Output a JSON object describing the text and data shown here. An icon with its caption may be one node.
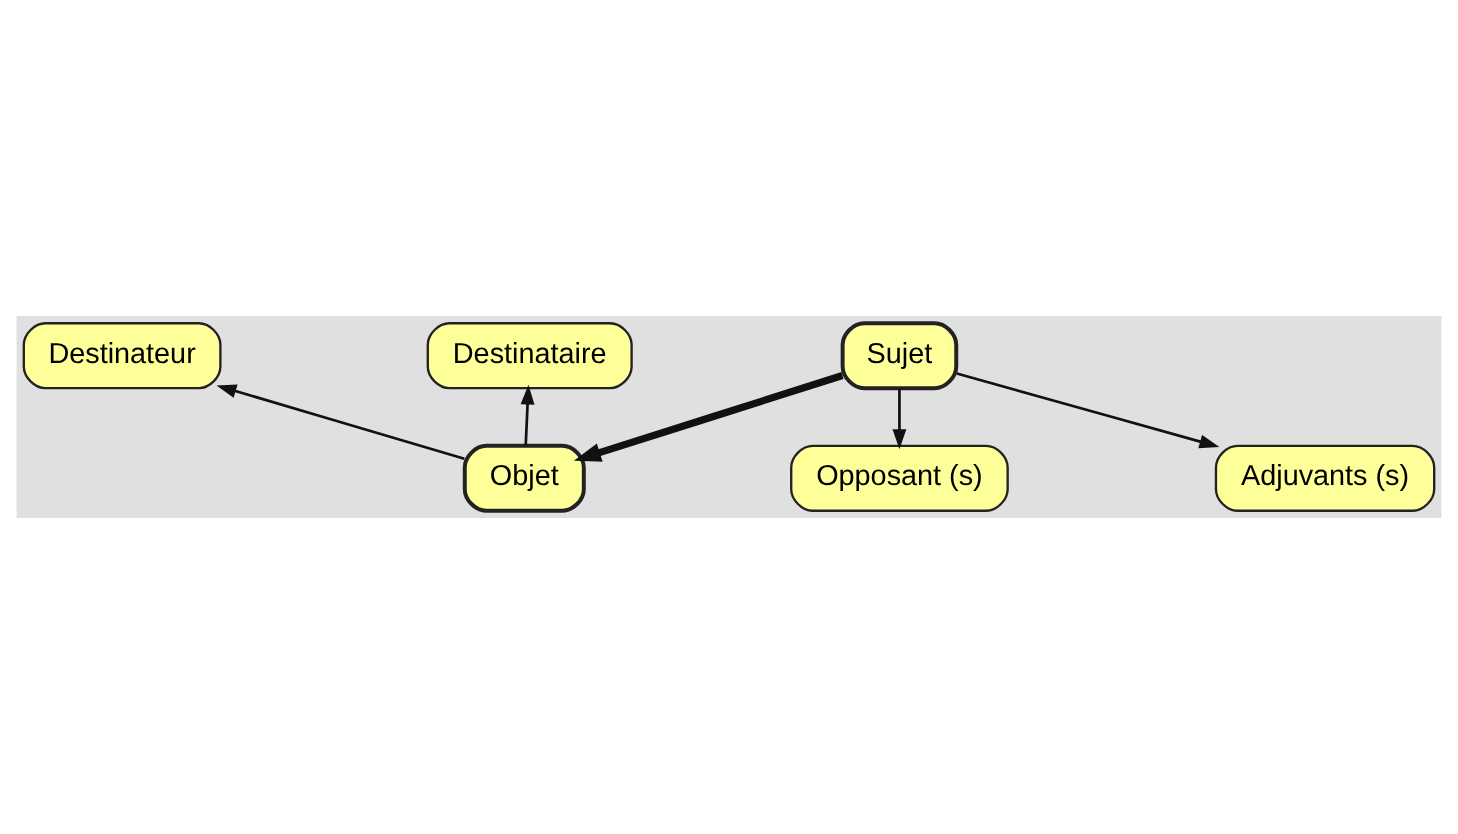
{
  "diagram": {
    "nodes": [
      {
        "text": [
          "Destinateur"
        ]
      },
      {
        "text": [
          "Destinataire"
        ]
      },
      {
        "text": [
          "Objet"
        ]
      },
      {
        "text": [
          "Sujet"
        ]
      },
      {
        "text": [
          "Opposant (s)"
        ]
      },
      {
        "text": [
          "Adjuvants (s)"
        ]
      }
    ],
    "edges": [
      {
        "from": 2,
        "to": 0,
        "arrow": "to"
      },
      {
        "from": 2,
        "to": 1,
        "arrow": "to"
      },
      {
        "from": 3,
        "to": 2,
        "arrow": "to",
        "style": "thick"
      },
      {
        "from": 3,
        "to": 4,
        "arrow": "to"
      },
      {
        "from": 3,
        "to": 5,
        "arrow": "to"
      }
    ]
  }
}
